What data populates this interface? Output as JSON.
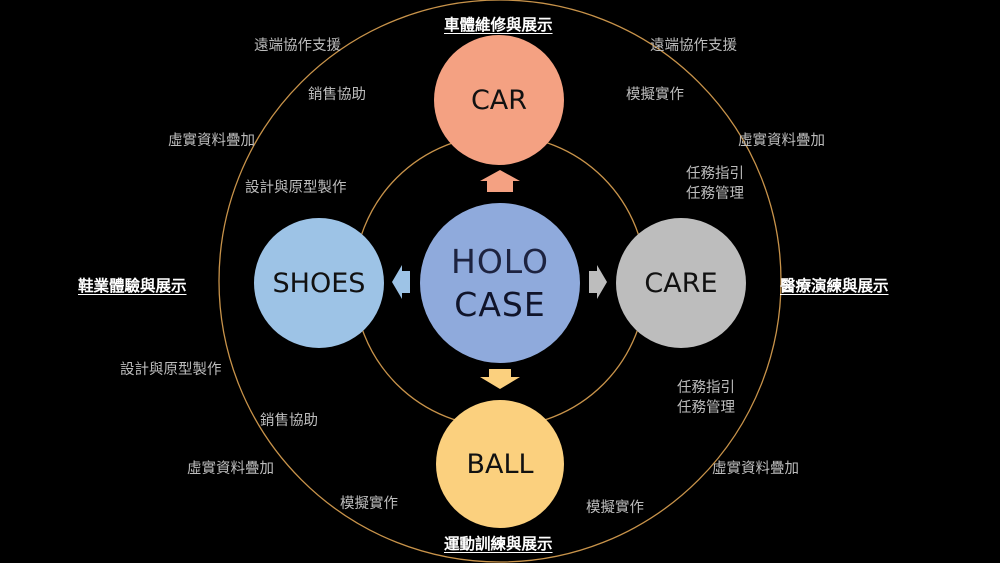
{
  "center": {
    "line1": "HOLO",
    "line2": "CASE"
  },
  "nodes": {
    "top": "CAR",
    "right": "CARE",
    "bottom": "BALL",
    "left": "SHOES"
  },
  "titles": {
    "top": "車體維修與展示",
    "right": "醫療演練與展示",
    "bottom": "運動訓練與展示",
    "left": "鞋業體驗與展示"
  },
  "labels": {
    "tl": [
      "遠端協作支援",
      "銷售協助",
      "虛實資料疊加",
      "設計與原型製作"
    ],
    "tr": [
      "遠端協作支援",
      "模擬實作",
      "虛實資料疊加",
      "任務指引\n任務管理"
    ],
    "bl": [
      "設計與原型製作",
      "銷售協助",
      "虛實資料疊加",
      "模擬實作"
    ],
    "br": [
      "任務指引\n任務管理",
      "虛實資料疊加",
      "模擬實作"
    ]
  },
  "colors": {
    "background": "#000000",
    "orbit": "#c8934a",
    "car": "#f4a182",
    "care": "#bdbdbd",
    "ball": "#fbd07e",
    "shoes": "#9dc3e6",
    "center": "#8faadc"
  }
}
